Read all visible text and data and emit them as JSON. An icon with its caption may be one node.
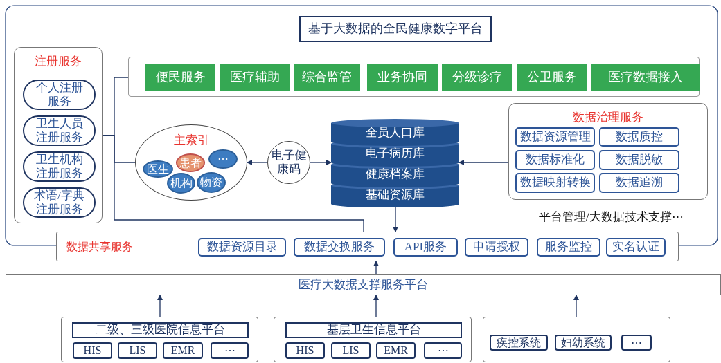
{
  "diagram": {
    "nodes": [
      {
        "text": [
          "基于大数据的全民健康数字平台"
        ]
      },
      {
        "text": [
          "注册服务"
        ]
      },
      {
        "text": [
          "个人注册服务"
        ],
        "in": 1
      },
      {
        "text": [
          "卫生人员注册服务"
        ],
        "in": 1
      },
      {
        "text": [
          "卫生机构注册服务"
        ],
        "in": 1
      },
      {
        "text": [
          "术语/字典注册服务"
        ],
        "in": 1
      },
      {
        "text": [],
        "shape": "box"
      },
      {
        "text": [
          "便民服务"
        ],
        "in": 6
      },
      {
        "text": [
          "医疗辅助"
        ],
        "in": 6
      },
      {
        "text": [
          "综合监管"
        ],
        "in": 6
      },
      {
        "text": [
          "业务协同"
        ],
        "in": 6
      },
      {
        "text": [
          "分级诊疗"
        ],
        "in": 6
      },
      {
        "text": [
          "公卫服务"
        ],
        "in": 6
      },
      {
        "text": [
          "医疗数据接入"
        ],
        "in": 6
      },
      {
        "text": [
          "主索引"
        ]
      },
      {
        "text": [
          "医生"
        ],
        "in": 14
      },
      {
        "text": [
          "患者"
        ],
        "in": 14
      },
      {
        "text": [
          "⋯"
        ],
        "in": 14
      },
      {
        "text": [
          "机构"
        ],
        "in": 14
      },
      {
        "text": [
          "物资"
        ],
        "in": 14
      },
      {
        "text": [
          "电子健康码"
        ]
      },
      {
        "text": [
          "全员人口库",
          "电子病历库",
          "健康档案库",
          "基础资源库"
        ]
      },
      {
        "text": [
          "数据治理服务"
        ]
      },
      {
        "text": [
          "数据资源管理"
        ],
        "in": 22
      },
      {
        "text": [
          "数据质控"
        ],
        "in": 22
      },
      {
        "text": [
          "数据标准化"
        ],
        "in": 22
      },
      {
        "text": [
          "数据脱敏"
        ],
        "in": 22
      },
      {
        "text": [
          "数据映射转换"
        ],
        "in": 22
      },
      {
        "text": [
          "数据追溯"
        ],
        "in": 22
      },
      {
        "text": [
          "数据共享服务"
        ]
      },
      {
        "text": [
          "数据资源目录"
        ],
        "in": 29
      },
      {
        "text": [
          "数据交换服务"
        ],
        "in": 29
      },
      {
        "text": [
          "API服务"
        ],
        "in": 29
      },
      {
        "text": [
          "申请授权"
        ],
        "in": 29
      },
      {
        "text": [
          "服务监控"
        ],
        "in": 29
      },
      {
        "text": [
          "实名认证"
        ],
        "in": 29
      },
      {
        "text": [
          "医疗大数据支撑服务平台"
        ]
      },
      {
        "text": [],
        "shape": "box"
      },
      {
        "text": [
          "二级、三级医院信息平台"
        ],
        "in": 37
      },
      {
        "text": [
          "HIS"
        ],
        "in": 37
      },
      {
        "text": [
          "LIS"
        ],
        "in": 37
      },
      {
        "text": [
          "EMR"
        ],
        "in": 37
      },
      {
        "text": [
          "⋯"
        ],
        "in": 37
      },
      {
        "text": [],
        "shape": "box"
      },
      {
        "text": [
          "基层卫生信息平台"
        ],
        "in": 43
      },
      {
        "text": [
          "HIS"
        ],
        "in": 43
      },
      {
        "text": [
          "LIS"
        ],
        "in": 43
      },
      {
        "text": [
          "EMR"
        ],
        "in": 43
      },
      {
        "text": [
          "⋯"
        ],
        "in": 43
      },
      {
        "text": [],
        "shape": "box"
      },
      {
        "text": [
          "疾控系统"
        ],
        "in": 49
      },
      {
        "text": [
          "妇幼系统"
        ],
        "in": 49
      },
      {
        "text": [
          "⋯"
        ],
        "in": 49
      }
    ],
    "edges": [
      {
        "from": 1,
        "to": 6,
        "arrow": "none"
      },
      {
        "from": 1,
        "to": 14,
        "arrow": "none"
      },
      {
        "from": 1,
        "to": 29,
        "arrow": "none"
      },
      {
        "from": 20,
        "to": 14,
        "arrow": "to"
      },
      {
        "from": 20,
        "to": 21,
        "arrow": "to"
      },
      {
        "from": 22,
        "to": 21,
        "arrow": "to"
      },
      {
        "from": 21,
        "to": 29,
        "arrow": "to"
      },
      {
        "from": 36,
        "to": 29,
        "arrow": "to"
      },
      {
        "from": 37,
        "to": 36,
        "arrow": "to"
      },
      {
        "from": 43,
        "to": 36,
        "arrow": "to"
      },
      {
        "from": 49,
        "to": 36,
        "arrow": "to"
      }
    ],
    "labels": [
      "平台管理/大数据技术支撑⋯"
    ]
  }
}
